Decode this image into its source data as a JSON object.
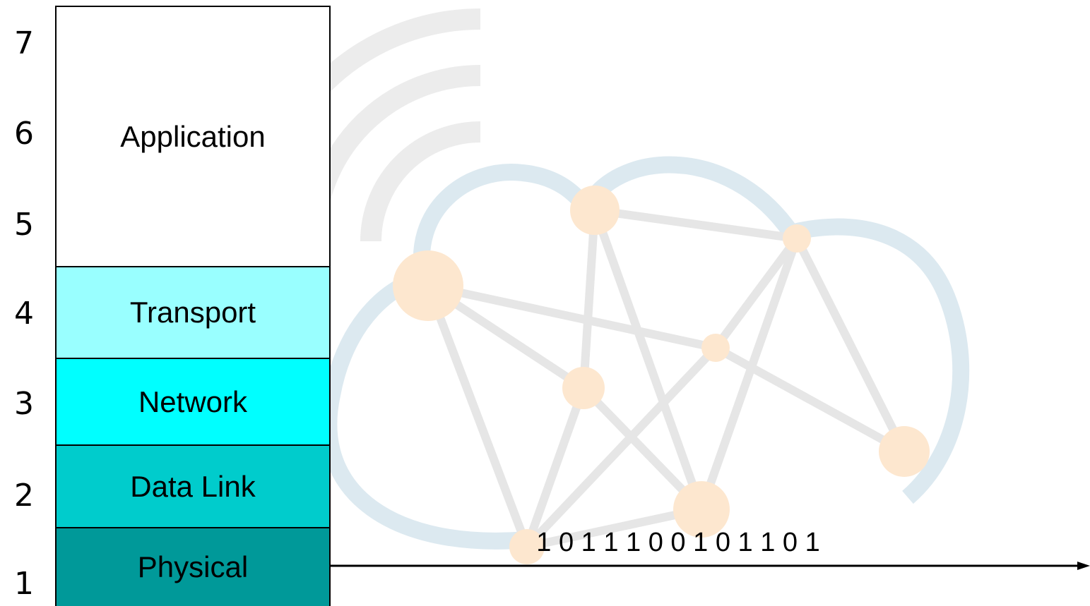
{
  "layer_numbers": [
    "7",
    "6",
    "5",
    "4",
    "3",
    "2",
    "1"
  ],
  "layers": {
    "application": {
      "label": "Application",
      "color": "#ffffff"
    },
    "transport": {
      "label": "Transport",
      "color": "#99ffff"
    },
    "network": {
      "label": "Network",
      "color": "#00ffff"
    },
    "data_link": {
      "label": "Data Link",
      "color": "#00cccc"
    },
    "physical": {
      "label": "Physical",
      "color": "#009999"
    }
  },
  "bit_stream": "1 0 1 1 1 0 0 1 0 1 1 0 1",
  "background": {
    "cloud_color": "#dce9f0",
    "wifi_color": "#ececec",
    "node_color": "#fde7cf",
    "edge_color": "#e6e6e6"
  }
}
